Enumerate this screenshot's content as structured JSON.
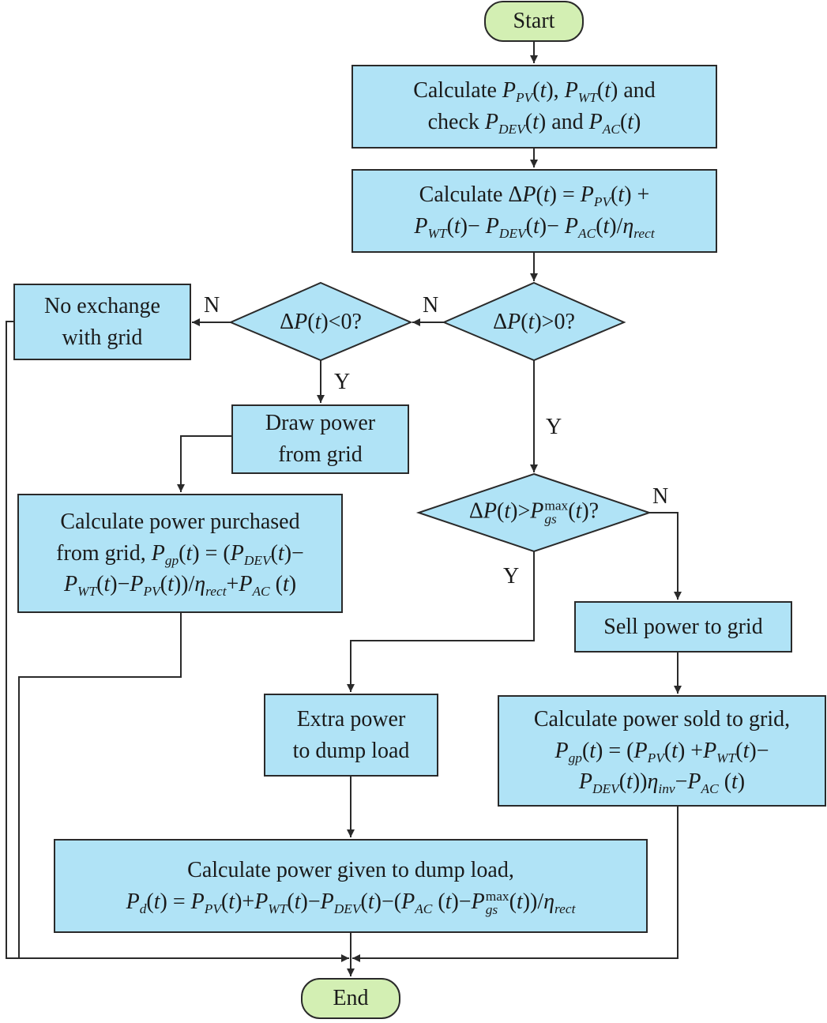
{
  "nodes": {
    "start": "Start",
    "end": "End",
    "no_exchange": [
      "No exchange",
      "with grid"
    ],
    "draw_power": [
      "Draw power",
      "from grid"
    ],
    "sell_power": "Sell power to grid",
    "extra_power": [
      "Extra power",
      "to dump load"
    ],
    "purchased_title": "Calculate power purchased",
    "sold_title": "Calculate power sold to grid,",
    "dump_title": "Calculate power given to dump load,"
  },
  "labels": {
    "yes": "Y",
    "no": "N"
  },
  "colors": {
    "process_fill": "#b0e3f6",
    "terminal_fill": "#d3efb3",
    "stroke": "#2a2a2a"
  }
}
